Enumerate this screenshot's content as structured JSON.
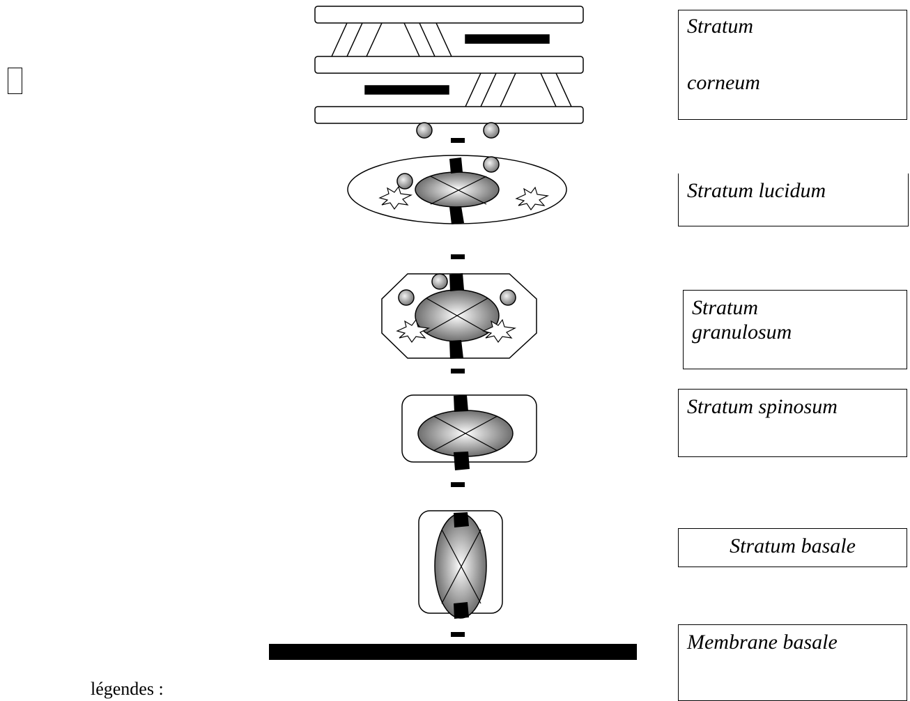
{
  "labels": {
    "corneum_line1": "Stratum",
    "corneum_line2": "corneum",
    "lucidum": "Stratum lucidum",
    "granulosum_line1": "Stratum",
    "granulosum_line2": "granulosum",
    "spinosum": "Stratum spinosum",
    "basale": "Stratum basale",
    "membrane": "Membrane basale"
  },
  "legend": {
    "title": "légendes :"
  },
  "colors": {
    "ink": "#000000",
    "paper": "#ffffff",
    "nucleus_light": "#ffffff",
    "nucleus_dark": "#6e6e6e",
    "granule": "#8a8a8a"
  },
  "icons": {
    "corner_glyph": "empty-square-icon"
  }
}
